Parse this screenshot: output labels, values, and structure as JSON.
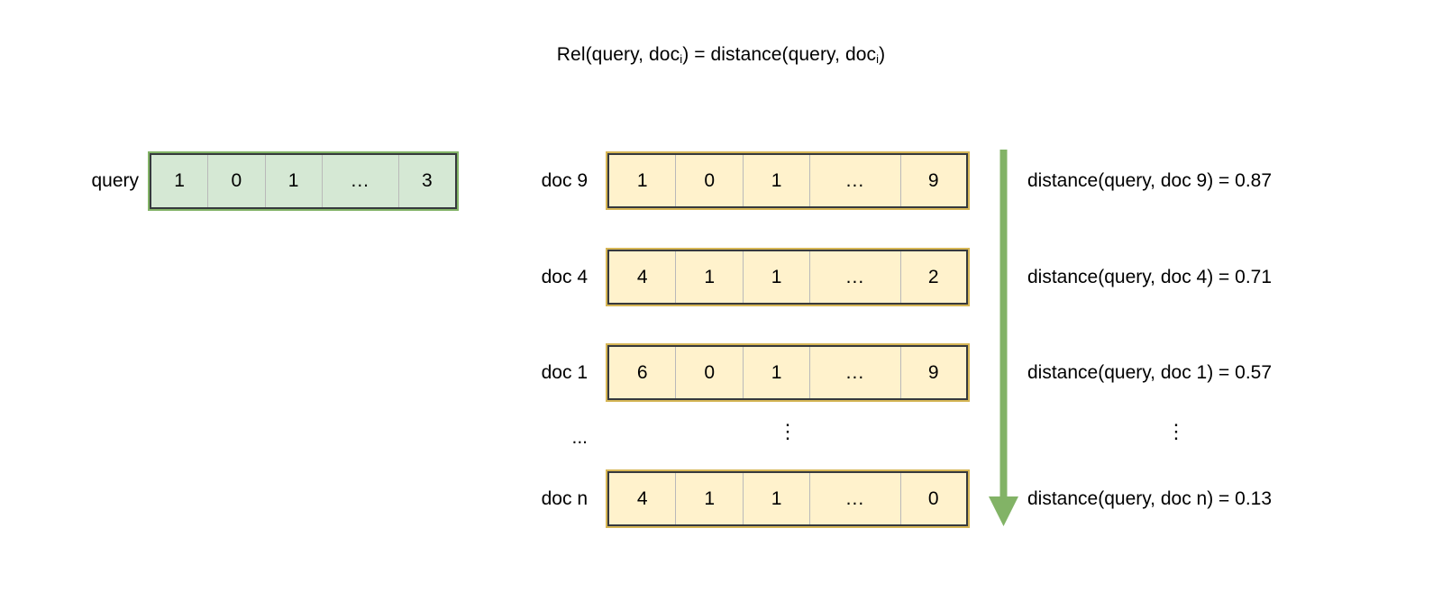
{
  "title": {
    "prefix": "Rel(query, doc",
    "sub1": "i",
    "middle": ") = distance(query, doc",
    "sub2": "i",
    "suffix": ")",
    "plain": "Rel(query, doc_i) = distance(query, doc_i)"
  },
  "colors": {
    "query_fill": "#d5e8d4",
    "query_border": "#82b366",
    "doc_fill": "#fff2cc",
    "doc_border": "#d6b656",
    "inner_border": "#36393d",
    "cell_divider": "#b9b9b9",
    "arrow": "#82b366",
    "text": "#000000",
    "background": "#ffffff"
  },
  "query": {
    "label": "query",
    "cells": [
      "1",
      "0",
      "1",
      "...",
      "3"
    ]
  },
  "docs": [
    {
      "label": "doc 9",
      "cells": [
        "1",
        "0",
        "1",
        "...",
        "9"
      ],
      "distance_text": "distance(query, doc 9) = 0.87",
      "distance_value": "0.87"
    },
    {
      "label": "doc 4",
      "cells": [
        "4",
        "1",
        "1",
        "...",
        "2"
      ],
      "distance_text": "distance(query, doc 4) = 0.71",
      "distance_value": "0.71"
    },
    {
      "label": "doc 1",
      "cells": [
        "6",
        "0",
        "1",
        "...",
        "9"
      ],
      "distance_text": "distance(query, doc 1) = 0.57",
      "distance_value": "0.57"
    },
    {
      "label": "doc n",
      "cells": [
        "4",
        "1",
        "1",
        "...",
        "0"
      ],
      "distance_text": "distance(query, doc n) = 0.13",
      "distance_value": "0.13"
    }
  ],
  "ellipses": {
    "label_column": "...",
    "vector_column": "⋮",
    "distance_column": "⋮"
  },
  "arrow": {
    "direction": "down",
    "meaning": "decreasing distance"
  }
}
